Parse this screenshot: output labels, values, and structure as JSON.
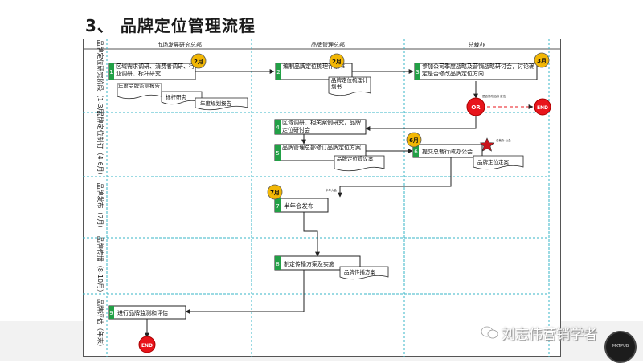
{
  "page": {
    "title": "3、  品牌定位管理流程",
    "watermark": "刘志伟营销学者",
    "qr_label": "MKTPUB"
  },
  "lanes": {
    "columns": [
      "市场发展研究总部",
      "品牌管理总部",
      "总裁办"
    ],
    "phases": [
      "品牌定位研究阶段（1-3月）",
      "品牌定位制订（4-6月）",
      "品牌发布（7月）",
      "品牌传播（8-10月）",
      "品牌评估（年末）"
    ]
  },
  "steps": [
    {
      "num": "1",
      "text": "区域需求调研、消费者调研、行业调研、标杆研究"
    },
    {
      "num": "2",
      "text": "编制品牌定位梳理计划书"
    },
    {
      "num": "3",
      "text": "参加公司季度战略及营销战略研讨会，讨论确定是否修改品牌定位方向"
    },
    {
      "num": "4",
      "text": "区域调研、相关案例研究，品牌定位研讨会"
    },
    {
      "num": "5",
      "text": "品牌管理总部修订品牌定位方案"
    },
    {
      "num": "6",
      "text": "提交总裁行政办公会"
    },
    {
      "num": "7",
      "text": "半年会发布"
    },
    {
      "num": "8",
      "text": "制定传播方案及实施"
    },
    {
      "num": "9",
      "text": "进行品牌监测和评估"
    }
  ],
  "months": [
    "2月",
    "2月",
    "3月",
    "6月",
    "7月"
  ],
  "docs": [
    "年度品牌监测报告",
    "标杆研究",
    "年度规划报告",
    "品牌定位梳理计划书",
    "品牌定位提议案",
    "品牌定位定案",
    "品牌传播方案"
  ],
  "decision": "OR",
  "end_label": "END",
  "notes": [
    "是否修改品牌 定位",
    "总裁办 公会",
    "半年大会"
  ],
  "colors": {
    "step_fill": "#ffffff",
    "num_fill": "#22a046",
    "month_fill": "#f2b705",
    "or_fill": "#e8141b",
    "lane_line": "#37b6c7",
    "arrow": "#222222"
  }
}
